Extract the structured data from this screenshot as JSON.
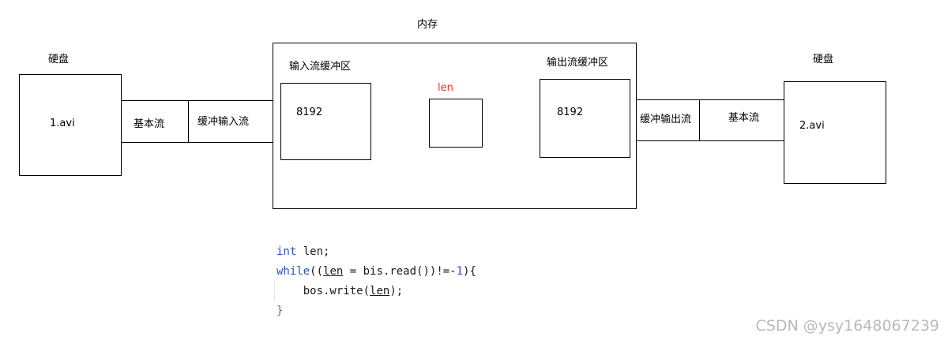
{
  "diagram": {
    "memory_label": "内存",
    "left_disk": {
      "label": "硬盘",
      "file": "1.avi"
    },
    "right_disk": {
      "label": "硬盘",
      "file": "2.avi"
    },
    "left_streams": {
      "basic": "基本流",
      "buffered": "缓冲输入流"
    },
    "right_streams": {
      "buffered": "缓冲输出流",
      "basic": "基本流"
    },
    "input_buffer": {
      "label": "输入流缓冲区",
      "value": "8192"
    },
    "output_buffer": {
      "label": "输出流缓冲区",
      "value": "8192"
    },
    "len_box": {
      "label": "len",
      "label_color": "#e8322a"
    }
  },
  "code": {
    "line1_kw": "int",
    "line1_rest": " len;",
    "line2_kw": "while",
    "line2_a": "((",
    "line2_var": "len",
    "line2_b": " = bis.read())!=-",
    "line2_num": "1",
    "line2_c": "){",
    "line3_a": "    bos.write(",
    "line3_var": "len",
    "line3_b": ");",
    "line4": "}"
  },
  "watermark": "CSDN @ysy1648067239"
}
